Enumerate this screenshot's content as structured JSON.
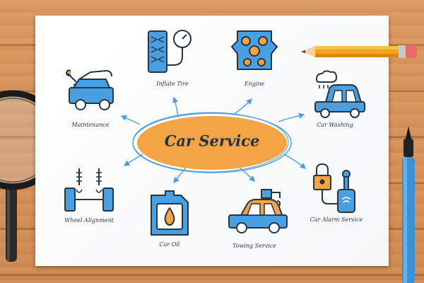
{
  "diagram": {
    "title": "Car Service",
    "nodes": [
      {
        "id": "inflate-tire",
        "label": "Inflate Tire",
        "icon": "tire-pressure-gauge-icon"
      },
      {
        "id": "engine",
        "label": "Engine",
        "icon": "engine-icon"
      },
      {
        "id": "car-washing",
        "label": "Car Washing",
        "icon": "car-wash-icon"
      },
      {
        "id": "car-alarm-service",
        "label": "Car Alarm Service",
        "icon": "lock-key-alarm-icon"
      },
      {
        "id": "towing-service",
        "label": "Towing Service",
        "icon": "tow-truck-icon"
      },
      {
        "id": "car-oil",
        "label": "Car Oil",
        "icon": "oil-canister-icon"
      },
      {
        "id": "wheel-alignment",
        "label": "Wheel Alignment",
        "icon": "wheel-alignment-icon"
      },
      {
        "id": "maintenance",
        "label": "Maintenance",
        "icon": "car-repair-wrench-icon"
      }
    ],
    "colors": {
      "hub": "#f5a445",
      "icon_blue": "#4a9fe0",
      "icon_orange": "#f5a445",
      "outline": "#243544",
      "arrow": "#4a9fe0"
    }
  },
  "props": {
    "desk": "wooden-desk",
    "magnifier": "magnifying-glass-icon",
    "pencil": "pencil-icon",
    "pen": "pen-icon"
  }
}
